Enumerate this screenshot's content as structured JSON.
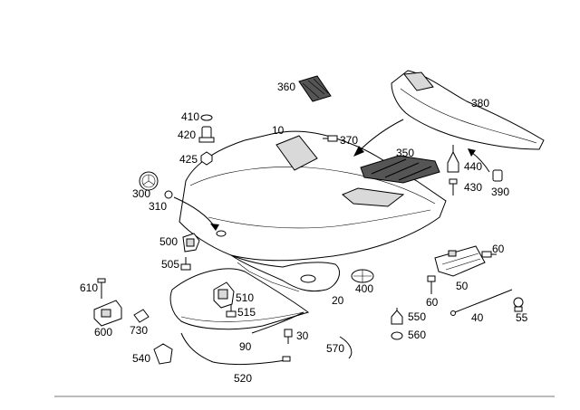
{
  "labels": {
    "p10": "10",
    "p20": "20",
    "p30": "30",
    "p40": "40",
    "p50": "50",
    "p55": "55",
    "p60a": "60",
    "p60b": "60",
    "p90": "90",
    "p300": "300",
    "p310": "310",
    "p350": "350",
    "p360": "360",
    "p370": "370",
    "p380": "380",
    "p390": "390",
    "p400": "400",
    "p410": "410",
    "p420": "420",
    "p425": "425",
    "p430": "430",
    "p440": "440",
    "p500": "500",
    "p505": "505",
    "p510": "510",
    "p515": "515",
    "p520": "520",
    "p540": "540",
    "p550": "550",
    "p560": "560",
    "p570": "570",
    "p600": "600",
    "p610": "610",
    "p730": "730"
  }
}
